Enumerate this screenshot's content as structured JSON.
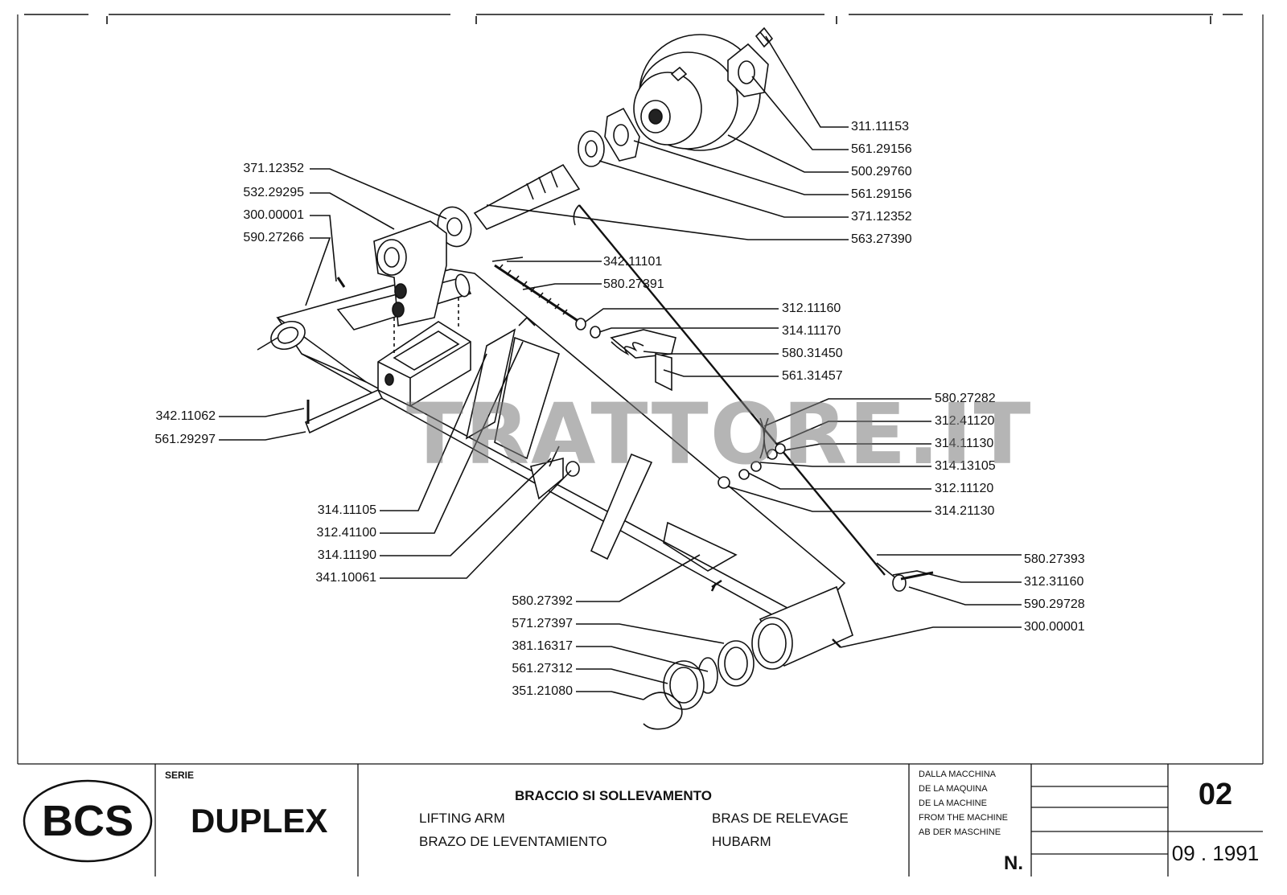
{
  "parts_left": [
    {
      "id": "371.12352"
    },
    {
      "id": "532.29295"
    },
    {
      "id": "300.00001"
    },
    {
      "id": "590.27266"
    },
    {
      "id": "342.11062"
    },
    {
      "id": "561.29297"
    },
    {
      "id": "314.11105"
    },
    {
      "id": "312.41100"
    },
    {
      "id": "314.11190"
    },
    {
      "id": "341.10061"
    },
    {
      "id": "580.27392"
    },
    {
      "id": "571.27397"
    },
    {
      "id": "381.16317"
    },
    {
      "id": "561.27312"
    },
    {
      "id": "351.21080"
    }
  ],
  "parts_right": [
    {
      "id": "311.11153"
    },
    {
      "id": "561.29156"
    },
    {
      "id": "500.29760"
    },
    {
      "id": "561.29156"
    },
    {
      "id": "371.12352"
    },
    {
      "id": "563.27390"
    },
    {
      "id": "342.11101"
    },
    {
      "id": "580.27391"
    },
    {
      "id": "312.11160"
    },
    {
      "id": "314.11170"
    },
    {
      "id": "580.31450"
    },
    {
      "id": "561.31457"
    },
    {
      "id": "580.27282"
    },
    {
      "id": "312.41120"
    },
    {
      "id": "314.11130"
    },
    {
      "id": "314.13105"
    },
    {
      "id": "312.11120"
    },
    {
      "id": "314.21130"
    },
    {
      "id": "580.27393"
    },
    {
      "id": "312.31160"
    },
    {
      "id": "590.29728"
    },
    {
      "id": "300.00001"
    }
  ],
  "watermark": "TRATTORE.IT",
  "title_block": {
    "logo": "BCS",
    "serie_label": "SERIE",
    "serie": "DUPLEX",
    "title_it": "BRACCIO SI SOLLEVAMENTO",
    "title_en": "LIFTING  ARM",
    "title_es": "BRAZO DE LEVENTAMIENTO",
    "title_fr": "BRAS DE RELEVAGE",
    "title_de": "HUBARM",
    "from_machine": [
      "DALLA MACCHINA",
      "DE LA MAQUINA",
      "DE LA MACHINE",
      "FROM THE MACHINE",
      "AB DER MASCHINE"
    ],
    "n_label": "N.",
    "sheet_no": "02",
    "date": "09 . 1991"
  }
}
